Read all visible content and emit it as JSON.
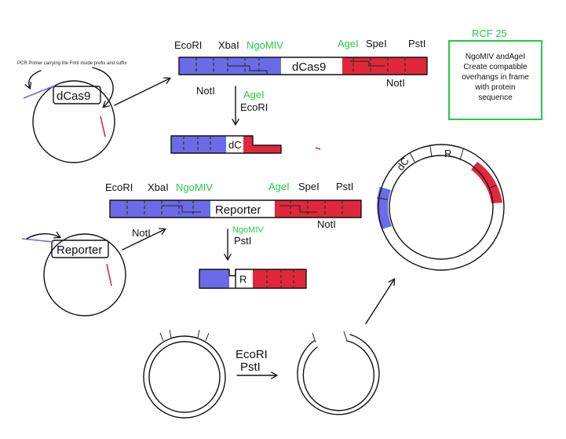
{
  "colors": {
    "blue": "#6b6be6",
    "red": "#e0283c",
    "green": "#22cc44",
    "ink": "#111111"
  },
  "top_construct": {
    "labels": {
      "ecori": "EcoRI",
      "xbai": "XbaI",
      "ngomiv": "NgoMIV",
      "agei": "AgeI",
      "spei": "SpeI",
      "psti": "PstI",
      "noti_left": "NotI",
      "noti_right": "NotI"
    },
    "insert": "dCas9"
  },
  "top_plasmid": {
    "primer_note": "PCR Primer carrying the FmtI inside prefix and suffix",
    "insert": "dCas9"
  },
  "top_digest": {
    "enzyme_1": "AgeI",
    "enzyme_2": "EcoRI",
    "fragment": "dC"
  },
  "rcf_box": {
    "title": "RCF 25",
    "text": "NgoMIV and AgeI Create compatible overhangs in frame with protein sequence"
  },
  "bottom_construct": {
    "labels": {
      "ecori": "EcoRI",
      "xbai": "XbaI",
      "ngomiv": "NgoMIV",
      "agei": "AgeI",
      "spei": "SpeI",
      "psti": "PstI",
      "noti_left": "NotI",
      "noti_right": "NotI"
    },
    "insert": "Reporter"
  },
  "bottom_plasmid": {
    "insert": "Reporter"
  },
  "bottom_digest": {
    "enzyme_1": "NgoMIV",
    "enzyme_2": "PstI",
    "fragment": "R"
  },
  "final_plasmid": {
    "label_dc": "dC",
    "label_r": "R"
  },
  "backbone_digest": {
    "enzyme_1": "EcoRI",
    "enzyme_2": "PstI"
  }
}
